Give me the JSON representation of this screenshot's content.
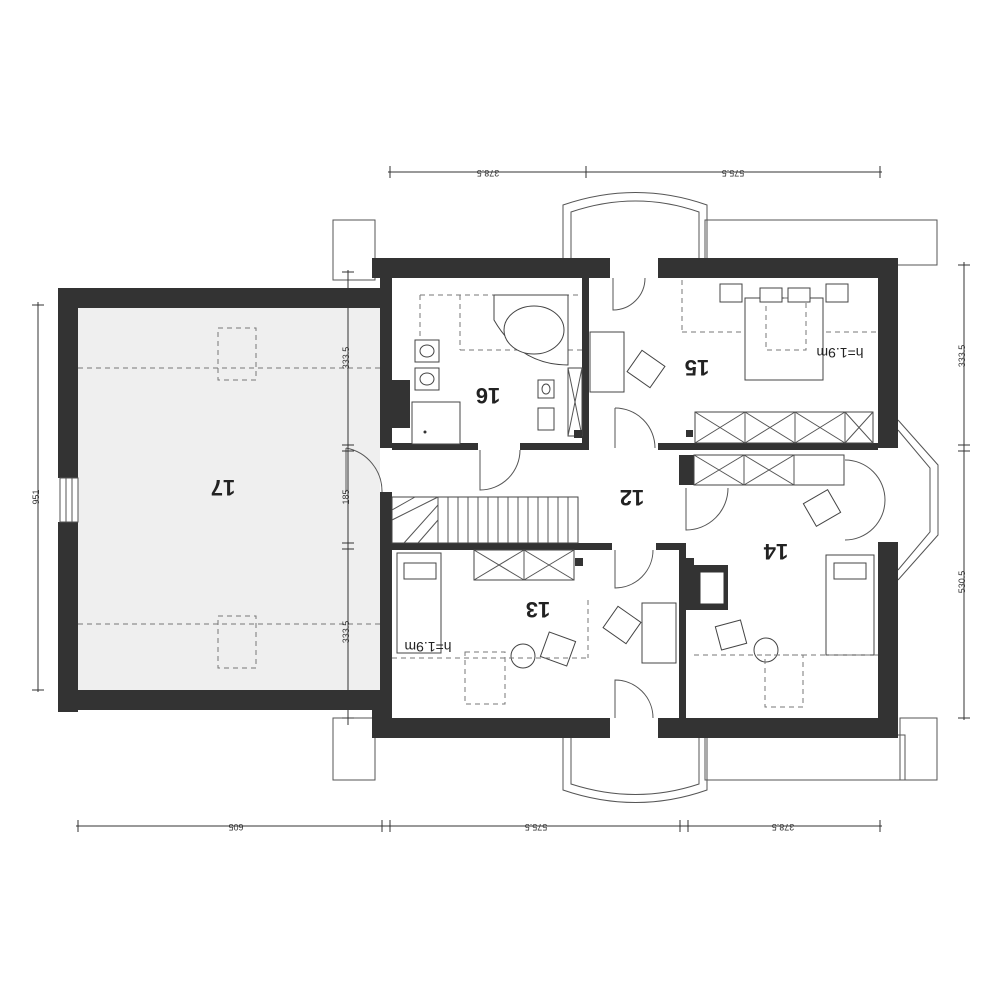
{
  "rooms": {
    "r12": "12",
    "r13": "13",
    "r14": "14",
    "r15": "15",
    "r16": "16",
    "r17": "17"
  },
  "heights": {
    "h15": "h=1.9m",
    "h13": "h=1.9m"
  },
  "dimensions": {
    "top_left": "378.5",
    "top_right": "575.5",
    "bottom_left": "605",
    "bottom_mid": "575.5",
    "bottom_right": "378.5",
    "left_total": "951",
    "mid_upper": "333.5",
    "mid_center": "185",
    "mid_lower": "333.5",
    "right_upper": "333.5",
    "right_lower": "530.5"
  }
}
